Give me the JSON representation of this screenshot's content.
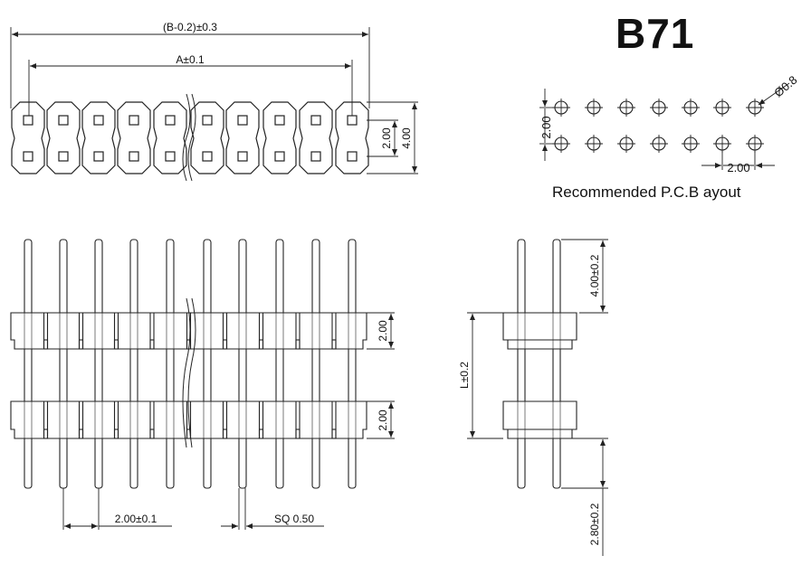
{
  "title": "B71",
  "pcb": {
    "caption": "Recommended P.C.B ayout",
    "hole_diameter": "Ø0.8",
    "pitch_vertical": "2.00",
    "pitch_horizontal": "2.00"
  },
  "top_view": {
    "overall_dim": "(B-0.2)±0.3",
    "pitch_span_dim": "A±0.1",
    "row_pitch_dim": "2.00",
    "height_dim": "4.00"
  },
  "front_view": {
    "pitch_dim": "2.00±0.1",
    "pin_dim": "SQ 0.50",
    "upper_body_dim": "2.00",
    "lower_body_dim": "2.00"
  },
  "side_view": {
    "top_pin_dim": "4.00±0.2",
    "length_dim": "L±0.2",
    "bottom_pin_dim": "2.80±0.2"
  },
  "colors": {
    "line": "#222222",
    "background": "#ffffff"
  }
}
